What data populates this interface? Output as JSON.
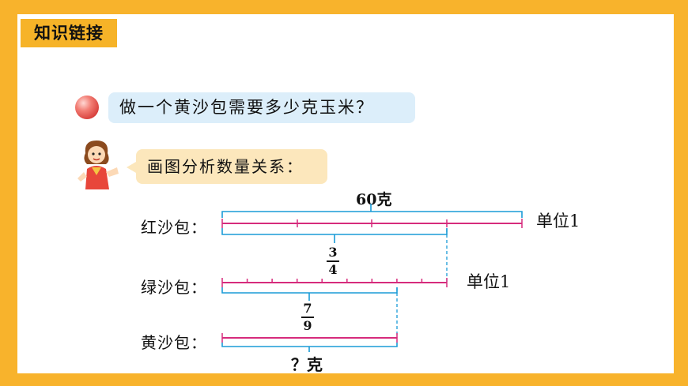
{
  "title_tag": "知识链接",
  "question": "做一个黄沙包需要多少克玉米？",
  "hint": "画图分析数量关系：",
  "labels": {
    "red": "红沙包：",
    "green": "绿沙包：",
    "yellow": "黄沙包："
  },
  "amount_top": "60克",
  "unit_red": "单位1",
  "unit_green": "单位1",
  "fraction_1": {
    "num": "3",
    "den": "4"
  },
  "fraction_2": {
    "num": "7",
    "den": "9"
  },
  "answer": "？克",
  "colors": {
    "border": "#F8B32C",
    "title_bg": "#F6B328",
    "question_bubble": "#DCEEFA",
    "hint_bubble": "#FCE7BC",
    "segment_line": "#D62B7C",
    "brace": "#1A9BD7"
  }
}
